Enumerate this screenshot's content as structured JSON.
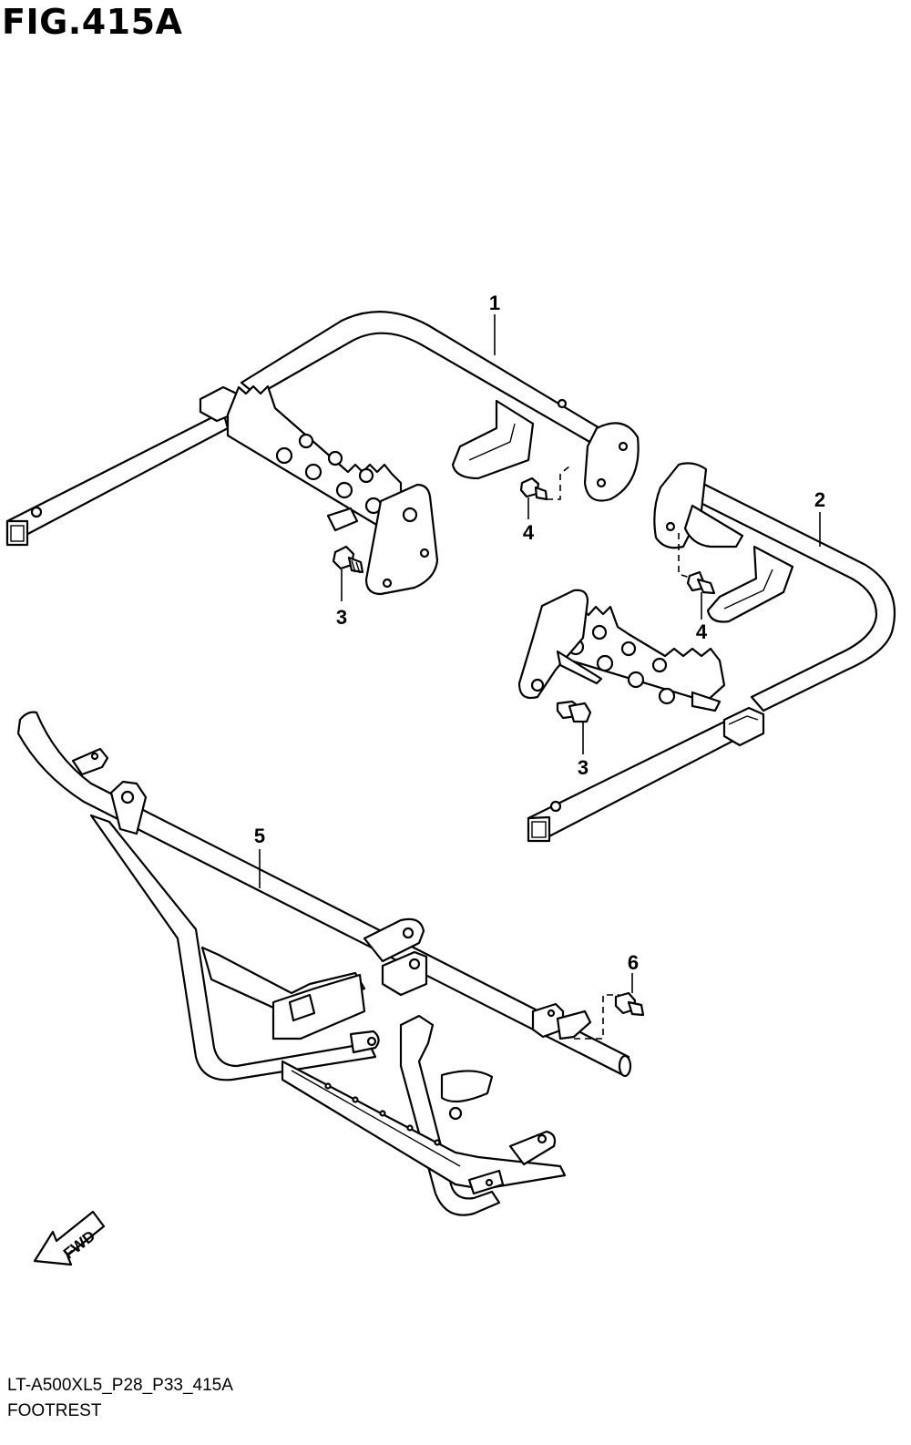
{
  "figure": {
    "title": "FIG.415A",
    "code": "LT-A500XL5_P28_P33_415A",
    "name": "FOOTREST"
  },
  "callouts": [
    "1",
    "2",
    "3",
    "4",
    "3",
    "4",
    "5",
    "6"
  ],
  "direction_marker": {
    "label": "FWD",
    "icon": "arrow-down-left-icon"
  },
  "colors": {
    "ink": "#000000",
    "paper": "#ffffff"
  }
}
